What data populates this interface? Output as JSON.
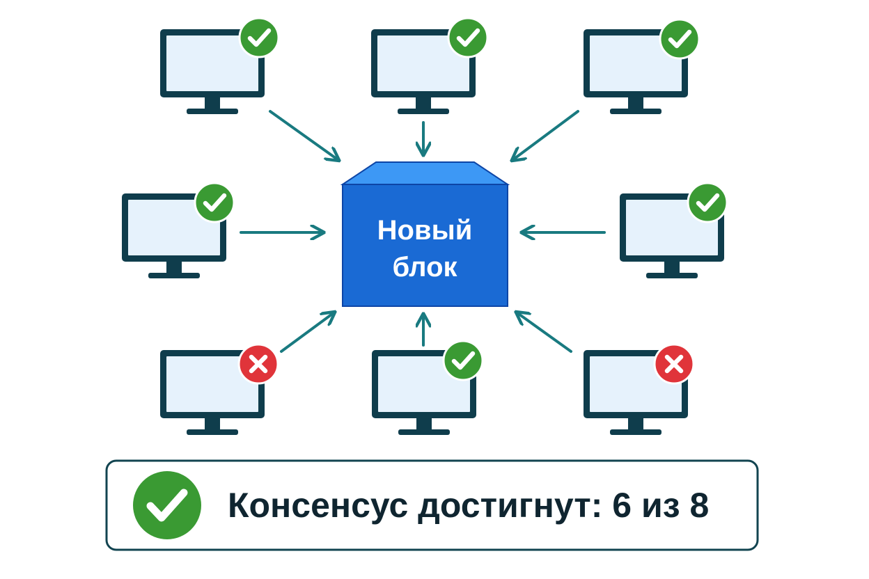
{
  "diagram": {
    "block": {
      "line1": "Новый",
      "line2": "блок"
    },
    "nodes": [
      {
        "id": "top-left",
        "status": "approved",
        "icon": "check-icon"
      },
      {
        "id": "top-center",
        "status": "approved",
        "icon": "check-icon"
      },
      {
        "id": "top-right",
        "status": "approved",
        "icon": "check-icon"
      },
      {
        "id": "middle-left",
        "status": "approved",
        "icon": "check-icon"
      },
      {
        "id": "middle-right",
        "status": "approved",
        "icon": "check-icon"
      },
      {
        "id": "bottom-left",
        "status": "rejected",
        "icon": "cross-icon"
      },
      {
        "id": "bottom-center",
        "status": "approved",
        "icon": "check-icon"
      },
      {
        "id": "bottom-right",
        "status": "rejected",
        "icon": "cross-icon"
      }
    ],
    "consensus": {
      "text": "Консенсус достигнут: 6 из 8",
      "icon": "check-icon"
    }
  },
  "colors": {
    "monitor_frame": "#0f3d4c",
    "monitor_screen": "#e6f2fc",
    "arrow": "#197a80",
    "block_front": "#1a6ad4",
    "block_top": "#3d98f5",
    "check_badge": "#3a9a33",
    "cross_badge": "#e0343a",
    "status_border": "#124450"
  }
}
